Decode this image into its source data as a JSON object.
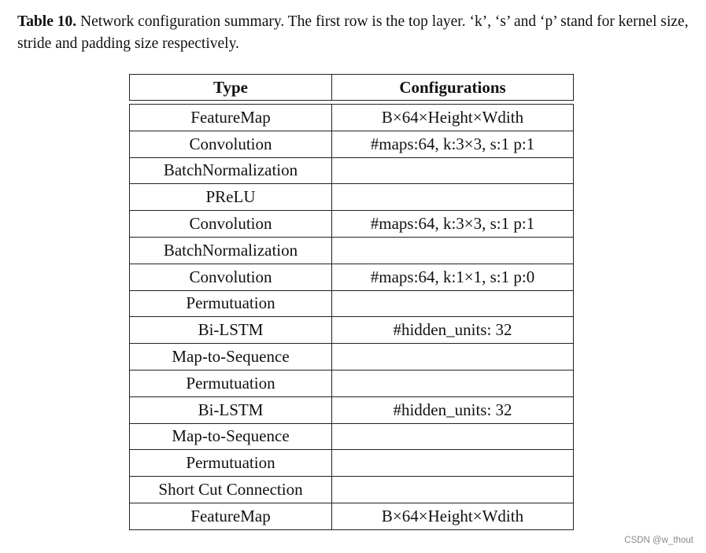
{
  "caption": {
    "label": "Table 10.",
    "text": " Network configuration summary. The first row is the top layer. ‘k’, ‘s’ and ‘p’ stand for kernel size, stride and padding size respectively."
  },
  "table": {
    "headers": [
      "Type",
      "Configurations"
    ],
    "rows": [
      [
        "FeatureMap",
        "B×64×Height×Wdith"
      ],
      [
        "Convolution",
        "#maps:64, k:3×3, s:1 p:1"
      ],
      [
        "BatchNormalization",
        ""
      ],
      [
        "PReLU",
        ""
      ],
      [
        "Convolution",
        "#maps:64, k:3×3, s:1 p:1"
      ],
      [
        "BatchNormalization",
        ""
      ],
      [
        "Convolution",
        "#maps:64, k:1×1, s:1 p:0"
      ],
      [
        "Permutuation",
        ""
      ],
      [
        "Bi-LSTM",
        "#hidden_units: 32"
      ],
      [
        "Map-to-Sequence",
        ""
      ],
      [
        "Permutuation",
        ""
      ],
      [
        "Bi-LSTM",
        "#hidden_units: 32"
      ],
      [
        "Map-to-Sequence",
        ""
      ],
      [
        "Permutuation",
        ""
      ],
      [
        "Short Cut Connection",
        ""
      ],
      [
        "FeatureMap",
        "B×64×Height×Wdith"
      ]
    ]
  },
  "watermark": "CSDN @w_thout"
}
